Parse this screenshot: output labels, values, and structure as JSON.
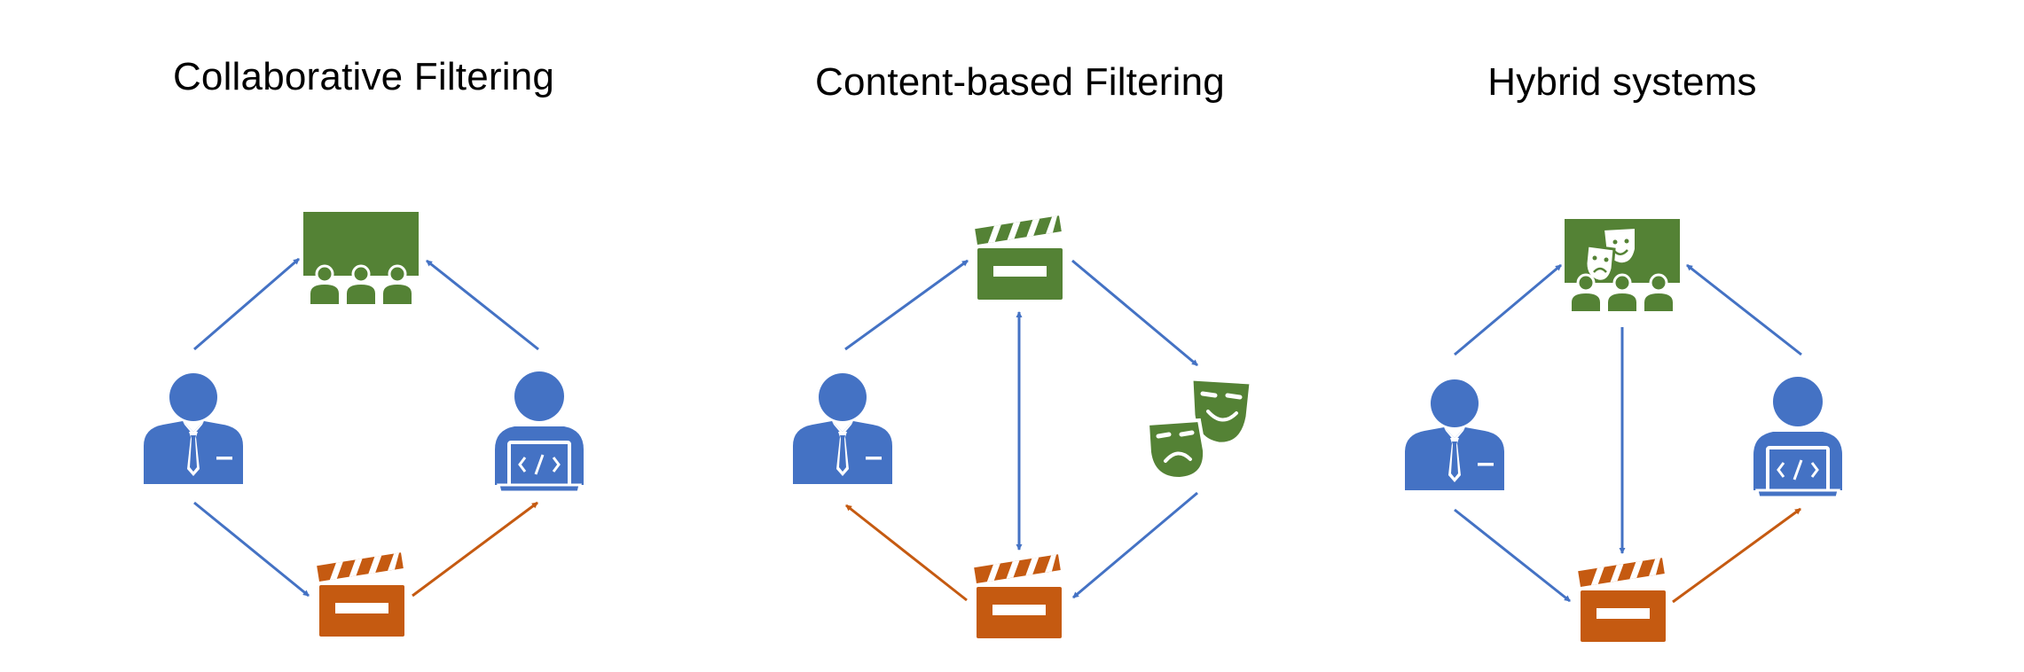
{
  "panels": [
    {
      "id": "collaborative",
      "title": "Collaborative Filtering"
    },
    {
      "id": "content_based",
      "title": "Content-based Filtering"
    },
    {
      "id": "hybrid",
      "title": "Hybrid systems"
    }
  ],
  "icons": {
    "user_business": "businessman-icon",
    "user_developer": "developer-laptop-icon",
    "audience": "audience-screen-icon",
    "audience_genre": "audience-theatre-masks-icon",
    "movie": "clapperboard-icon",
    "genre": "theatre-masks-icon"
  },
  "colors": {
    "user_blue": "#4472C4",
    "audience_green": "#548235",
    "movie_orange": "#C55A11",
    "arrow_blue": "#4472C4",
    "arrow_orange": "#C55A11",
    "title_text": "#000000",
    "background": "#FFFFFF"
  }
}
